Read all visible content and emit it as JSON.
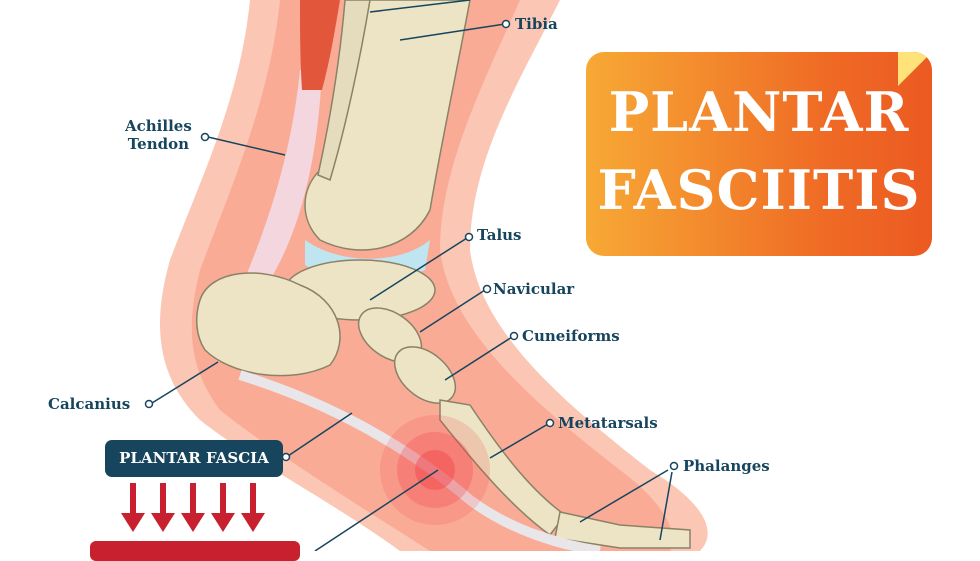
{
  "title": {
    "line1": "PLANTAR",
    "line2": "FASCIITIS"
  },
  "labels": {
    "tibia": "Tibia",
    "achilles": "Achilles\nTendon",
    "achilles_line1": "Achilles",
    "achilles_line2": "Tendon",
    "talus": "Talus",
    "navicular": "Navicular",
    "cuneiforms": "Cuneiforms",
    "metatarsals": "Metatarsals",
    "phalanges": "Phalanges",
    "calcanius": "Calcanius",
    "plantar_fascia": "PLANTAR FASCIA"
  },
  "colors": {
    "label": "#17455e",
    "title_start": "#f7a935",
    "title_end": "#ec5a22",
    "arrow": "#c8202e",
    "skin": "#f9b8a4",
    "bone": "#ece4c4",
    "cartilage": "#bfe6f0",
    "inflammation": "#f2454a"
  },
  "arrow_count": 5
}
